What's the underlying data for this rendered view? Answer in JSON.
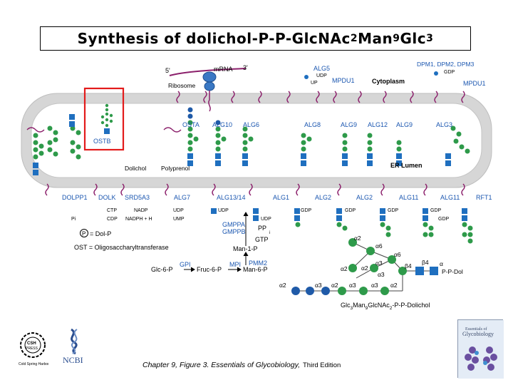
{
  "title": {
    "main": "Synthesis of dolichol-P-P-GlcNAc",
    "sub1": "2",
    "man": "Man",
    "sub2": "9",
    "glc": "Glc",
    "sub3": "3"
  },
  "regions": {
    "cytoplasm": "Cytoplasm",
    "er_lumen": "ER Lumen"
  },
  "top": {
    "mrna_5": "5'",
    "mrna": "mRNA",
    "mrna_3": "3'",
    "ribosome": "Ribosome",
    "alg5": "ALG5",
    "udp_top": "UDP",
    "up_top": "UP",
    "mpdu1_top": "MPDU1",
    "dpm": "DPM1, DPM2, DPM3",
    "gdp_top": "GDP",
    "mpdu1_right": "MPDU1"
  },
  "lumen_enzymes": [
    "OSTA",
    "ALG10",
    "ALG6",
    "ALG8",
    "ALG9",
    "ALG12",
    "ALG9",
    "ALG3"
  ],
  "ostb": "OSTB",
  "lipids": {
    "dolichol": "Dolichol",
    "polyprenol": "Polyprenol"
  },
  "bottom_enzymes": [
    "DOLPP1",
    "DOLK",
    "SRD5A3",
    "ALG7",
    "ALG13/14",
    "ALG1",
    "ALG2",
    "ALG2",
    "ALG11",
    "ALG11",
    "RFT1"
  ],
  "cofactors": {
    "pi": "Pi",
    "ctp": "CTP",
    "cdp": "CDP",
    "nadp": "NADP",
    "nadph": "NADPH + H",
    "udp1": "UDP",
    "ump": "UMP",
    "udp2": "UDP",
    "udp3": "UDP",
    "gdp1": "GDP",
    "gdp2": "GDP",
    "gdp3": "GDP",
    "gdp4": "GDP",
    "gdp5": "GDP"
  },
  "legend": {
    "p_dolp": "= Dol-P",
    "p_letter": "P",
    "ost": "OST = Oligosaccharyltransferase"
  },
  "pathway": {
    "gmppa": "GMPPA",
    "gmppb": "GMPPB",
    "pp": "PP",
    "i": "i",
    "gtp": "GTP",
    "man1p": "Man-1-P",
    "pmm2": "PMM2",
    "gpi": "GPI",
    "mpi": "MPI",
    "glc6p": "Glc-6-P",
    "fruc6p": "Fruc-6-P",
    "man6p": "Man-6-P"
  },
  "glycan": {
    "a2a": "α2",
    "a6a": "α6",
    "a2b": "α2",
    "a3a": "α3",
    "a6b": "α6",
    "a2c": "α2",
    "a3b": "α3",
    "b4": "β4",
    "b4b": "β4",
    "a_end": "α",
    "ppdol": "P-P-Dol",
    "a2d": "α2",
    "a3c": "α3",
    "a3d": "α3",
    "a2e": "α2",
    "a3e": "α3",
    "a2f": "α2",
    "formula_a": "Glc",
    "s3": "3",
    "formula_b": "Man",
    "s9": "9",
    "formula_c": "GlcNAc",
    "s2": "2",
    "formula_d": "-P-P-Dolichol"
  },
  "logos": {
    "cshl": "Cold Spring Harbor Laboratory Press",
    "cshl_short": "CSH PRESS",
    "ncbi": "NCBI",
    "book": "Essentials of Glycobiology"
  },
  "caption": {
    "main": "Chapter 9, Figure 3. Essentials of Glycobiology,",
    "edition": "Third Edition"
  },
  "colors": {
    "membrane_gray": "#d6d6d6",
    "glcnac_blue": "#1f6fbf",
    "man_green": "#2e9a4a",
    "glc_blue": "#1f5aa8",
    "highlight_red": "#e31b1b",
    "label_blue": "#1a56b0",
    "mrna_purple": "#8b1f6b"
  }
}
